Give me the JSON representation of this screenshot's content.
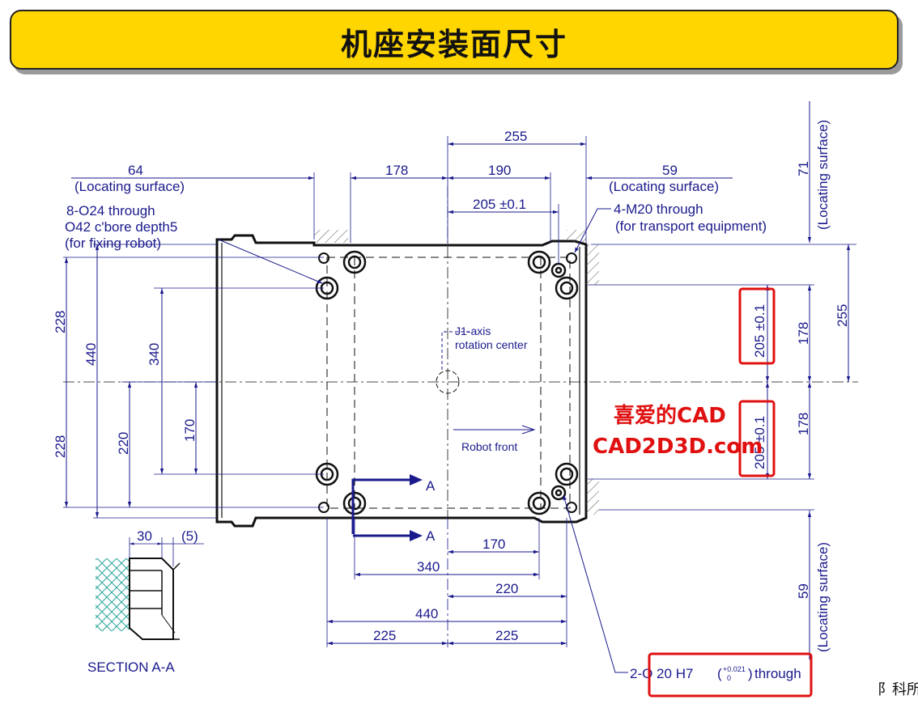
{
  "title": "机座安装面尺寸",
  "watermark": {
    "line1": "喜爱的CAD",
    "line2": "CAD2D3D.com"
  },
  "corner_text": "阝科所",
  "section_label": "SECTION A-A",
  "section_dims": {
    "a": "30",
    "b": "(5)"
  },
  "section_arrow": "A",
  "notes": {
    "bolts_line1": "8-O24 through",
    "bolts_line2": "O42 c'bore depth5",
    "bolts_line3": "(for fixing robot)",
    "m20_line1": "4-M20  through",
    "m20_line2": "(for transport equipment)",
    "j1_line1": "J1-axis",
    "j1_line2": "rotation center",
    "front": "Robot front",
    "pin_prefix": "2-O  20  H7",
    "pin_tol_upper": "+0.021",
    "pin_tol_lower": "0",
    "pin_suffix": "through",
    "locating": "(Locating surface)"
  },
  "top_dims": {
    "d255": "255",
    "d64": "64",
    "d178": "178",
    "d190": "190",
    "d59": "59",
    "d205": "205 ±0.1",
    "d71": "71"
  },
  "left_dims": {
    "d228a": "228",
    "d440": "440",
    "d340": "340",
    "d228b": "228",
    "d220": "220",
    "d170": "170"
  },
  "right_dims": {
    "d255": "255",
    "d205a": "205 ±0.1",
    "d178a": "178",
    "d205b": "205 ±0.1",
    "d178b": "178",
    "d59": "59"
  },
  "bottom_dims": {
    "d170": "170",
    "d340": "340",
    "d220": "220",
    "d440": "440",
    "d225a": "225",
    "d225b": "225"
  },
  "colors": {
    "banner": "#ffd600",
    "dimension": "#1a1a8c",
    "highlight": "#e01010",
    "hatch": "#2aa59a"
  }
}
